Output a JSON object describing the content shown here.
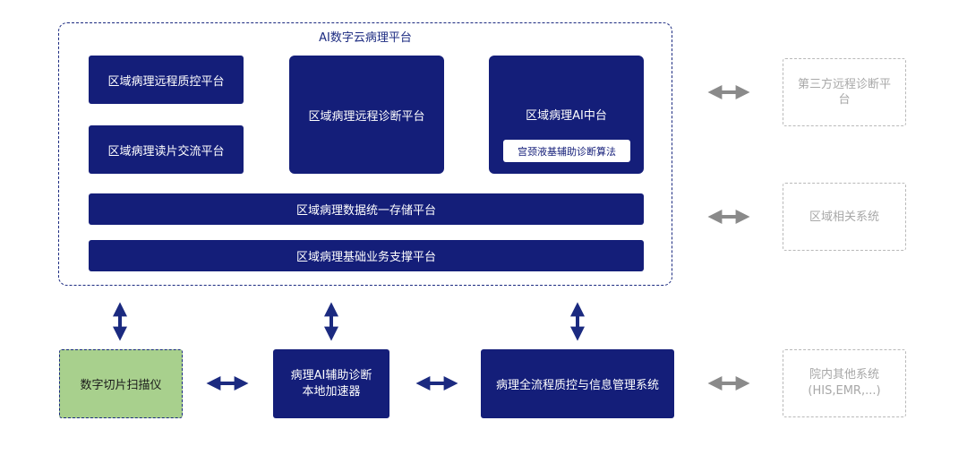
{
  "platform": {
    "title": "AI数字云病理平台",
    "remote_qc": "区域病理远程质控平台",
    "reading_exchange": "区域病理读片交流平台",
    "remote_diagnosis": "区域病理远程诊断平台",
    "ai_center": "区域病理AI中台",
    "algorithm": "宫颈液基辅助诊断算法",
    "data_storage": "区域病理数据统一存储平台",
    "business_support": "区域病理基础业务支撑平台"
  },
  "external": {
    "third_party": "第三方远程诊断平台",
    "regional_systems": "区域相关系统",
    "hospital_systems_line1": "院内其他系统",
    "hospital_systems_line2": "(HIS,EMR,...)"
  },
  "bottom": {
    "scanner": "数字切片扫描仪",
    "accelerator_line1": "病理AI辅助诊断",
    "accelerator_line2": "本地加速器",
    "management": "病理全流程质控与信息管理系统"
  },
  "colors": {
    "navy": "#141e79",
    "arrow_navy": "#1b2a80",
    "arrow_gray": "#8a8a8a",
    "green": "#a8d08d",
    "gray_text": "#a8a8a8"
  }
}
